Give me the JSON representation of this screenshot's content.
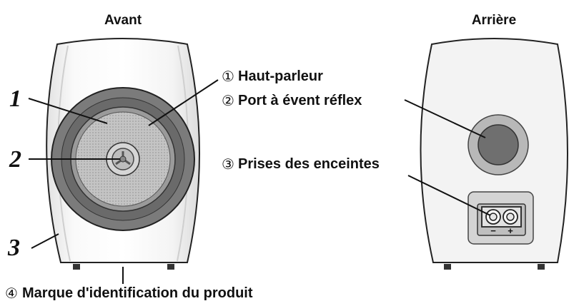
{
  "views": {
    "front": "Avant",
    "rear": "Arrière"
  },
  "front_numbers": [
    "1",
    "2",
    "3"
  ],
  "callouts": [
    {
      "marker": "①",
      "text": "Haut-parleur"
    },
    {
      "marker": "②",
      "text": "Port à évent réflex"
    },
    {
      "marker": "③",
      "text": "Prises des enceintes"
    },
    {
      "marker": "④",
      "text": "Marque d'identification du produit"
    }
  ],
  "terminal_polarity": {
    "negative": "−",
    "positive": "+"
  },
  "colors": {
    "outline": "#222222",
    "cabinet_fill": "#f1f1f1",
    "surround_dark": "#7d7d7d",
    "cone_mesh": "#bcbcbc",
    "panel": "#d7d7d7"
  }
}
